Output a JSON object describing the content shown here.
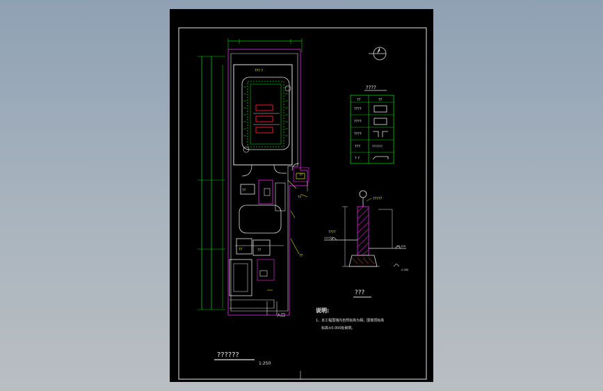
{
  "drawing": {
    "plan_title": "??????",
    "plan_scale": "1:250",
    "north_mark": "N",
    "legend": {
      "title": "????",
      "header_col1": "??",
      "header_col2": "??",
      "rows": [
        {
          "label": "????",
          "symbol": "rectangle"
        },
        {
          "label": "????",
          "symbol": "rectangle"
        },
        {
          "label": "????",
          "symbol": "corner-lines"
        },
        {
          "label": "???",
          "symbol": "text",
          "symbol_text": "???????"
        },
        {
          "label": "? ?",
          "symbol": "step-line"
        }
      ]
    },
    "section": {
      "title": "???",
      "top_label": "?????",
      "left_label": "????",
      "level_left": "±0.000",
      "level_right": "+0.450",
      "level_bottom": "-0.450"
    },
    "notes": {
      "heading": "说明:",
      "line1": "1、本工程围墙内自然标高为相，围墙顶标高",
      "line2": "标高±0.000处砌筑。"
    },
    "plan_labels": {
      "top_building": "??? ?",
      "entrance": "入口",
      "lot_a": "??",
      "lot_b": "??",
      "callout_1": "??",
      "callout_2": "??",
      "callout_3": "??",
      "callout_4": "??"
    }
  },
  "colors": {
    "background": "#000000",
    "line_white": "#e6e6e6",
    "line_green": "#00d000",
    "line_magenta": "#c020c0",
    "line_red": "#e02020",
    "line_yellow": "#e0e000"
  }
}
